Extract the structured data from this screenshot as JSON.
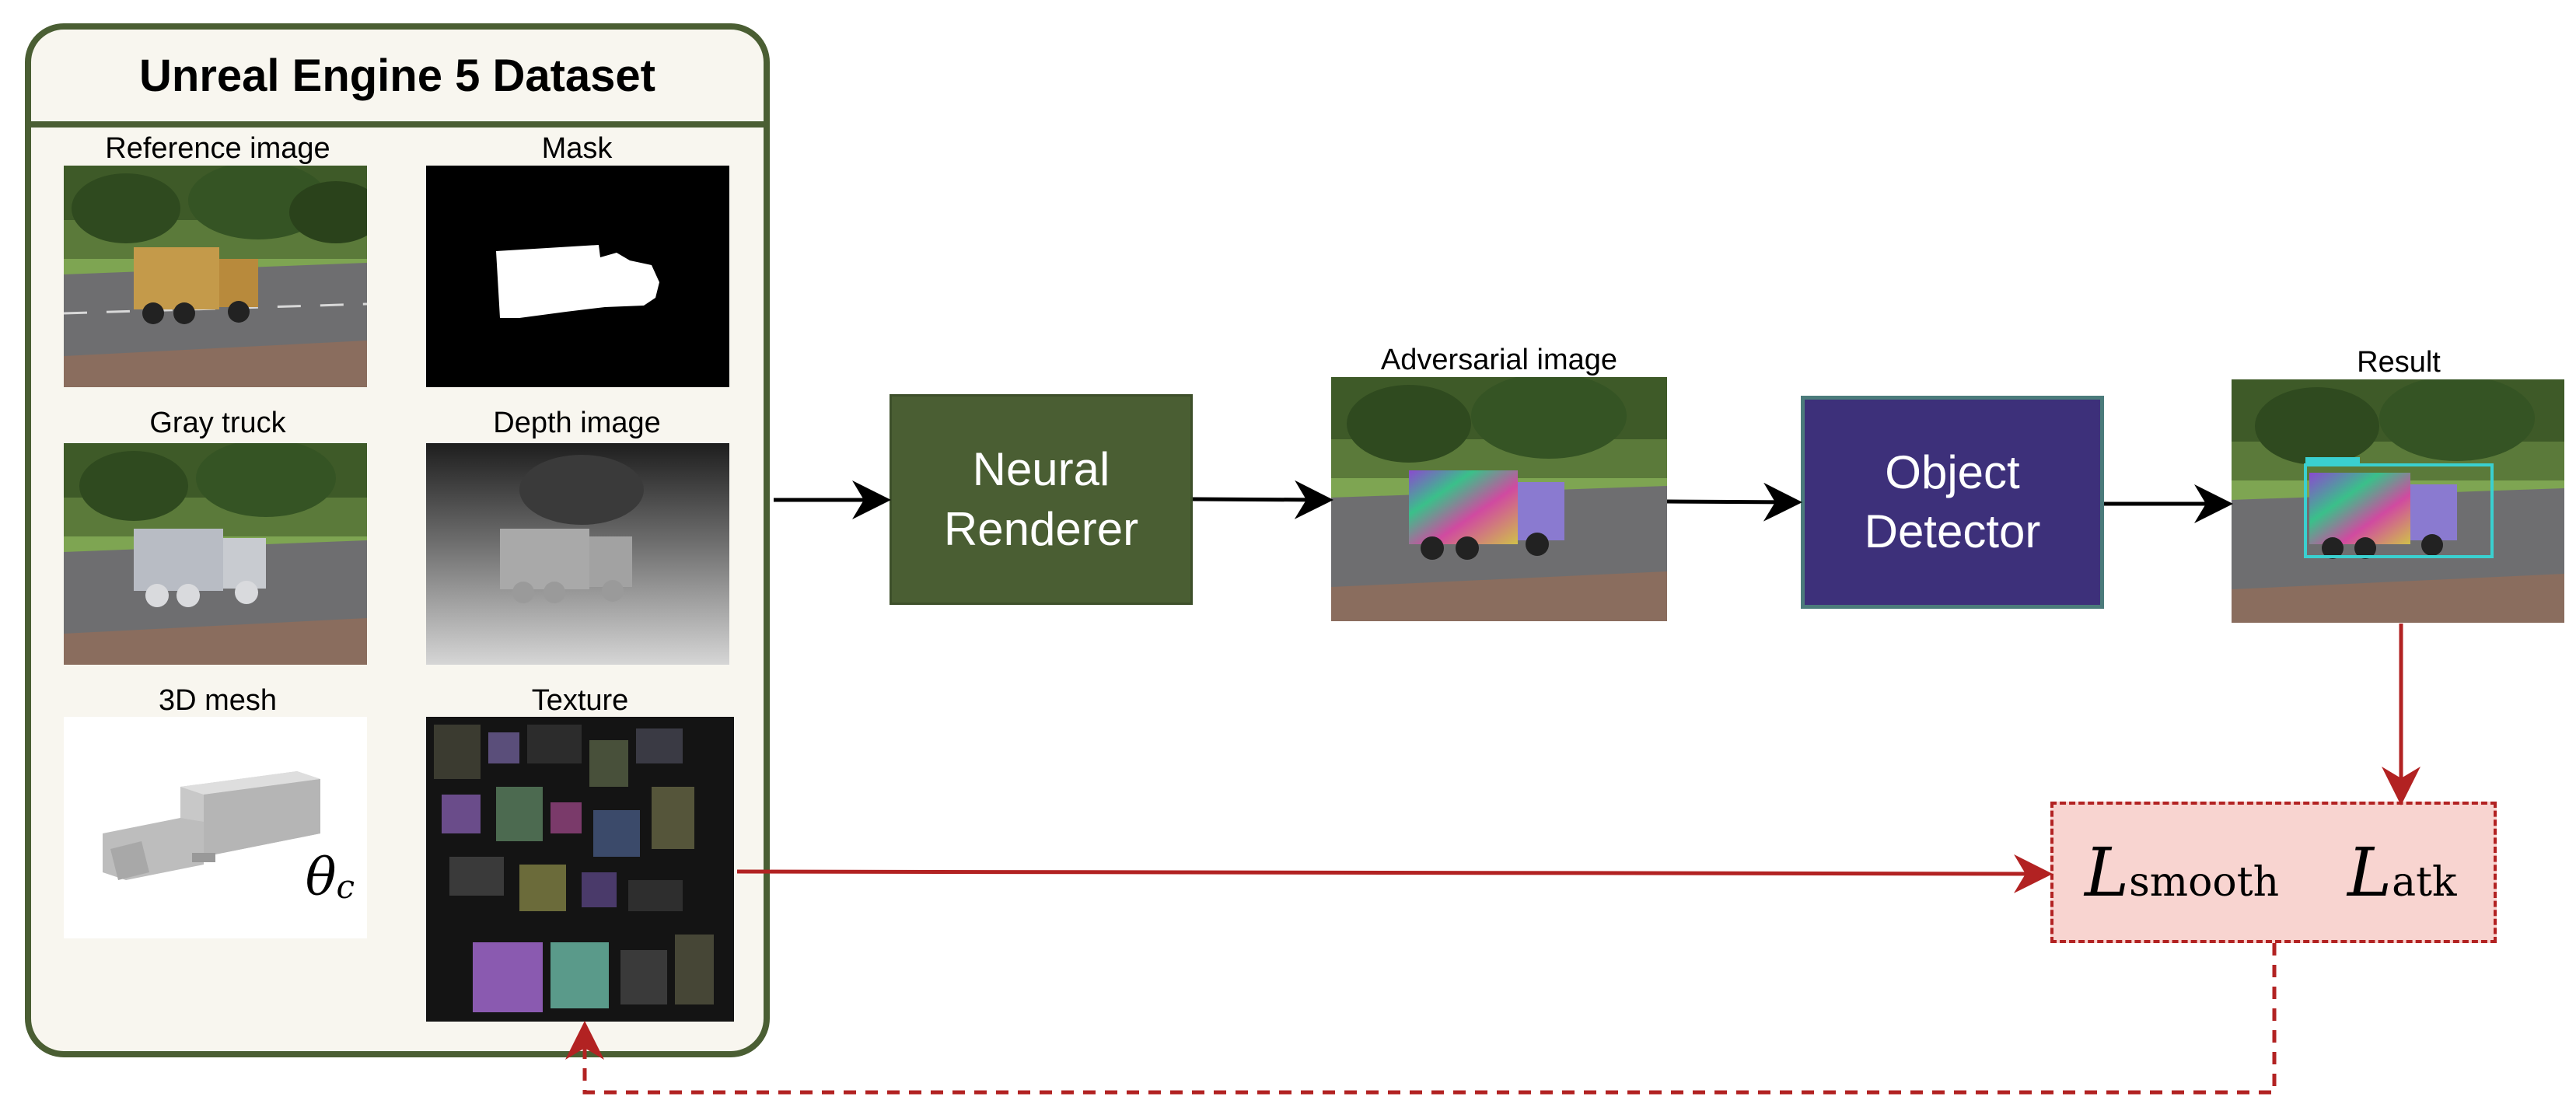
{
  "dataset": {
    "title": "Unreal Engine 5 Dataset",
    "items": [
      {
        "caption": "Reference image"
      },
      {
        "caption": "Mask"
      },
      {
        "caption": "Gray truck"
      },
      {
        "caption": "Depth image"
      },
      {
        "caption": "3D mesh",
        "symbol": "θ",
        "symbol_sub": "c"
      },
      {
        "caption": "Texture"
      }
    ]
  },
  "pipeline": {
    "renderer": {
      "line1": "Neural",
      "line2": "Renderer"
    },
    "adversarial_caption": "Adversarial image",
    "detector": {
      "line1": "Object",
      "line2": "Detector"
    },
    "result_caption": "Result"
  },
  "loss": {
    "smooth": {
      "base": "L",
      "sub": "smooth"
    },
    "atk": {
      "base": "L",
      "sub": "atk"
    }
  },
  "colors": {
    "panel_border": "#4a5e33",
    "renderer_fill": "#4a5e33",
    "detector_fill": "#3d307a",
    "loss_fill": "#f8d4d0",
    "loss_arrow": "#b22222"
  }
}
